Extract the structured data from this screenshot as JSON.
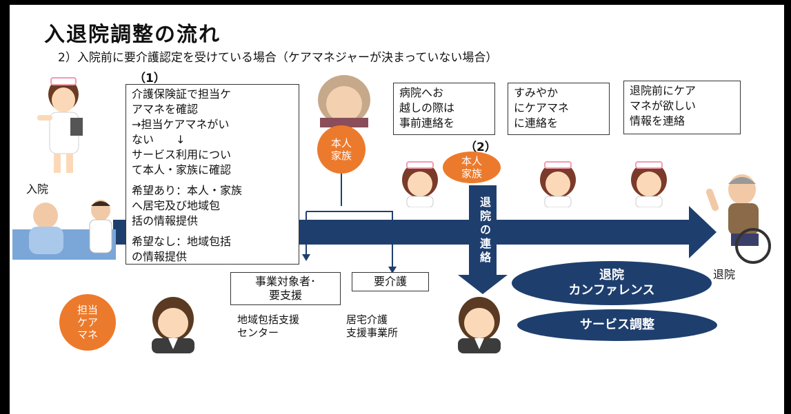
{
  "title": "入退院調整の流れ",
  "subtitle": "2）入院前に要介護認定を受けている場合（ケアマネジャーが決まっていない場合）",
  "step1": "（1）",
  "step2": "（2）",
  "admission_label": "入院",
  "discharge_label": "退院",
  "box_insurance": {
    "line1": "介護保険証で担当ケ",
    "line2": "アマネを確認",
    "line3": "→担当ケアマネがい",
    "line4": "ない　　↓",
    "line5": "サービス利用につい",
    "line6": "て本人・家族に確認",
    "line7": "希望あり：本人・家族",
    "line8": "へ居宅及び地域包",
    "line9": "括の情報提供",
    "line10": "希望なし：地域包括",
    "line11": "の情報提供"
  },
  "box_hospital_contact": {
    "line1": "病院へお",
    "line2": "越しの際は",
    "line3": "事前連絡を"
  },
  "box_quick_contact": {
    "line1": "すみやか",
    "line2": "にケアマネ",
    "line3": "に連絡を"
  },
  "box_info_before_discharge": {
    "line1": "退院前にケア",
    "line2": "マネが欲しい",
    "line3": "情報を連絡"
  },
  "badge_family_top": {
    "line1": "本人",
    "line2": "家族"
  },
  "badge_family_mid": {
    "line1": "本人",
    "line2": "家族"
  },
  "badge_caremanager": {
    "line1": "担当",
    "line2": "ケア",
    "line3": "マネ"
  },
  "discharge_notice": "退院の連絡",
  "box_support": {
    "line1": "事業対象者･",
    "line2": "要支援"
  },
  "box_care": "要介護",
  "center_label": {
    "line1": "地域包括支援",
    "line2": "センター"
  },
  "office_label": {
    "line1": "居宅介護",
    "line2": "支援事業所"
  },
  "conference": {
    "line1": "退院",
    "line2": "カンファレンス"
  },
  "service_adjust": "サービス調整",
  "colors": {
    "arrow": "#1e3f6e",
    "badge": "#ec7a2c",
    "ellipse": "#1e3f6e"
  }
}
